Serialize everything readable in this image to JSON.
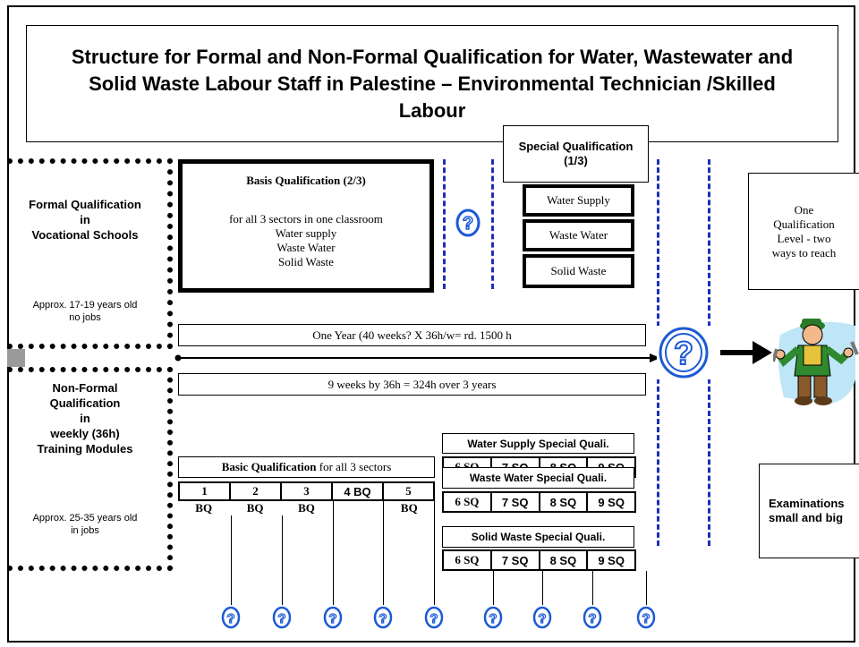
{
  "title": "Structure for Formal and  Non-Formal Qualification for Water, Wastewater and Solid Waste Labour Staff in Palestine – Environmental Technician /Skilled Labour",
  "formal": {
    "label_line1": "Formal Qualification",
    "label_line2": "in",
    "label_line3": "Vocational Schools",
    "age_line1": "Approx. 17-19 years old",
    "age_line2": "no jobs"
  },
  "nonformal": {
    "label_line1": "Non-Formal",
    "label_line2": "Qualification",
    "label_line3": "in",
    "label_line4": "weekly (36h)",
    "label_line5": "Training Modules",
    "age_line1": "Approx. 25-35 years old",
    "age_line2": "in jobs"
  },
  "basis": {
    "heading": "Basis Qualification (2/3)",
    "line1": "for all 3 sectors in one classroom",
    "line2": "Water supply",
    "line3": "Waste Water",
    "line4": "Solid Waste"
  },
  "special": {
    "heading": "Special Qualification (1/3)",
    "items": [
      "Water Supply",
      "Waste Water",
      "Solid Waste"
    ]
  },
  "outcome": {
    "text": "One Qualification Level - two ways to reach"
  },
  "exam": {
    "line1": "Examinations",
    "line2": "small and big"
  },
  "timeline": {
    "one_year": "One Year (40 weeks? X 36h/w= rd. 1500 h",
    "nine_weeks": "9 weeks by 36h = 324h over 3 years"
  },
  "basic_nf": {
    "heading_bold": "Basic Qualification",
    "heading_rest": " for all 3 sectors",
    "cells": [
      "1",
      "2",
      "3",
      "4 BQ",
      "5"
    ],
    "below": [
      "BQ",
      "BQ",
      "BQ",
      "",
      "BQ"
    ]
  },
  "sq_groups": [
    {
      "heading": "Water Supply Special Quali.",
      "cells": [
        "6 SQ",
        "7 SQ",
        "8 SQ",
        "9 SQ"
      ]
    },
    {
      "heading": "Waste Water Special Quali.",
      "cells": [
        "6 SQ",
        "7 SQ",
        "8 SQ",
        "9 SQ"
      ]
    },
    {
      "heading": "Solid Waste Special Quali.",
      "cells": [
        "6 SQ",
        "7 SQ",
        "8 SQ",
        "9 SQ"
      ]
    }
  ],
  "colors": {
    "dash_blue": "#1c2fb8",
    "icon_blue": "#1c5ad6",
    "grey_square": "#9a9a9a"
  }
}
